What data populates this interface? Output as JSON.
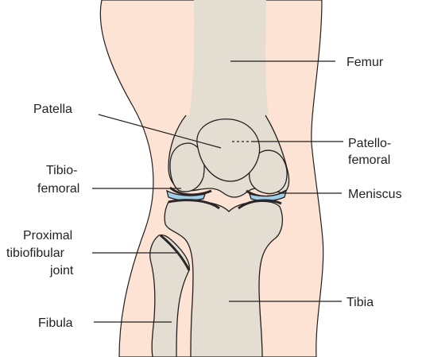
{
  "colors": {
    "skin": "#fce3d3",
    "skin_edge": "#f2c6ae",
    "bone": "#e4ddd2",
    "bone_shadow": "#d6cfc2",
    "cartilage": "#2b2527",
    "meniscus": "#9fcfe8",
    "outline": "#231f20"
  },
  "labels": {
    "femur": "Femur",
    "patella": "Patella",
    "patellofemoral_line1": "Patello-",
    "patellofemoral_line2": "femoral",
    "tibiofemoral_line1": "Tibio-",
    "tibiofemoral_line2": "femoral",
    "meniscus": "Meniscus",
    "proximal_line1": "Proximal",
    "proximal_line2": "tibiofibular",
    "proximal_line3": "joint",
    "tibia": "Tibia",
    "fibula": "Fibula"
  }
}
